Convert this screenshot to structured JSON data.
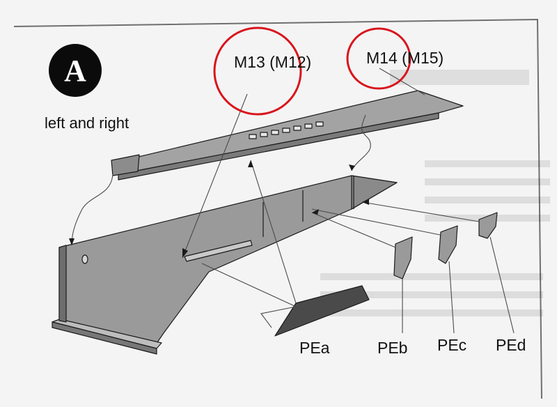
{
  "step": {
    "letter": "A",
    "caption": "left and right"
  },
  "callouts": {
    "part_m13": "M13 (M12)",
    "part_m14": "M14 (M15)",
    "pe_a": "PEa",
    "pe_b": "PEb",
    "pe_c": "PEc",
    "pe_d": "PEd"
  },
  "colors": {
    "page": "#f4f4f4",
    "frame": "#6f6f6f",
    "part_fill": "#9b9b9b",
    "part_dark": "#727272",
    "photo_etch": "#4a4a4a",
    "circle_highlight": "#d9141c",
    "outline": "#1a1a1a"
  }
}
